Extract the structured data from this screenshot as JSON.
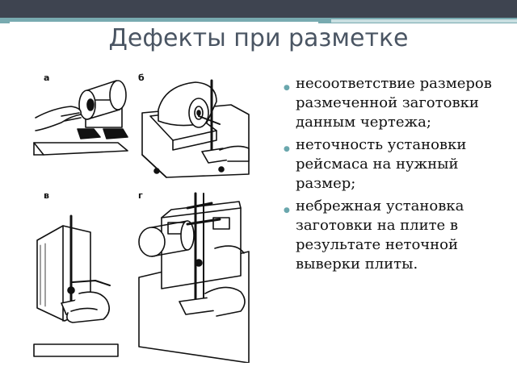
{
  "slide": {
    "title": "Дефекты при разметке",
    "panel_labels": [
      "а",
      "б",
      "в",
      "г"
    ],
    "bullets": [
      "несоответствие размеров размеченной заготовки данным чертежа;",
      "неточность установки рейсмаса на нужный размер;",
      "небрежная установка заготовки на плите в результате неточной выверки плиты."
    ],
    "accent_color": "#78aab0",
    "header_color": "#3e4450"
  }
}
